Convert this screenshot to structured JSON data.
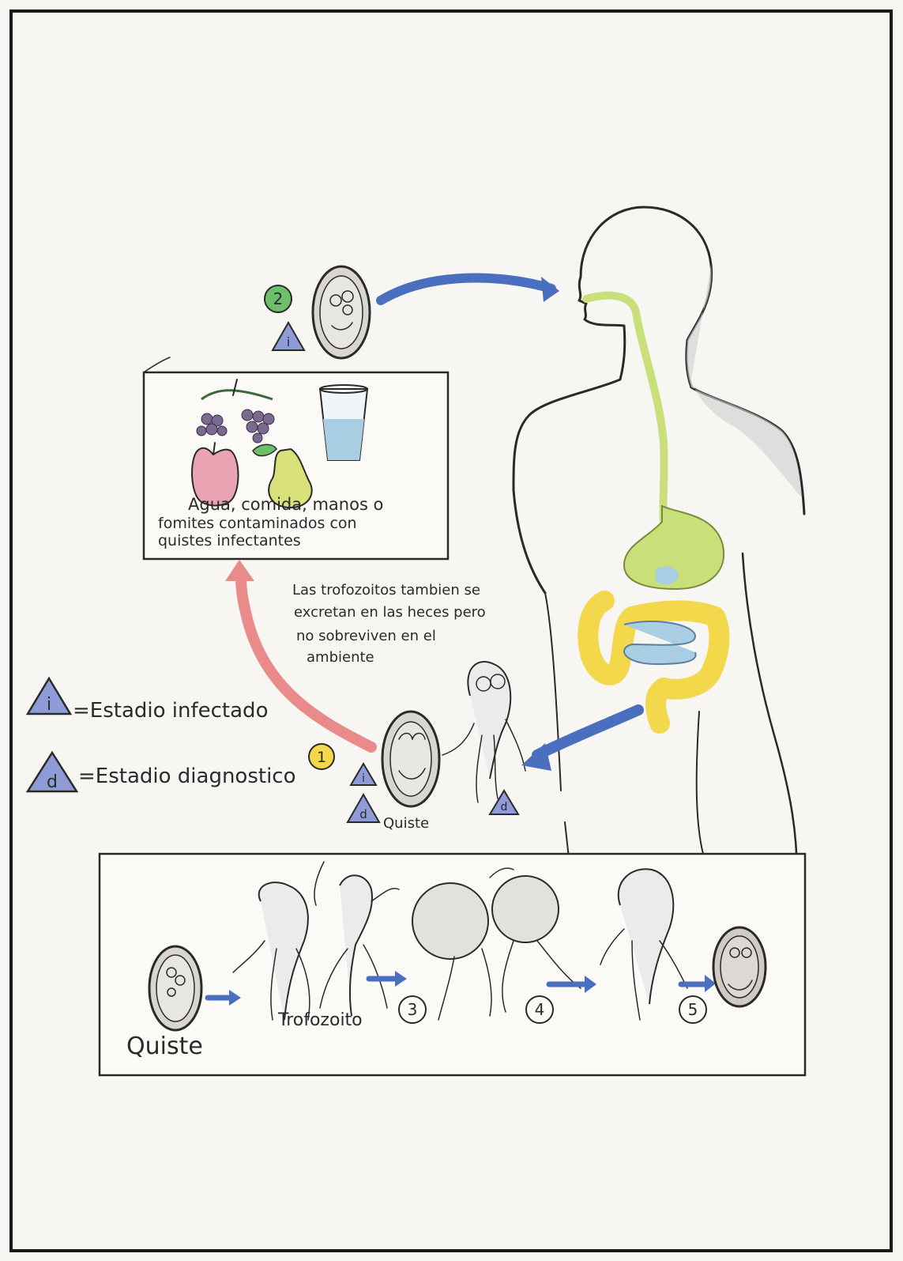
{
  "box_text": {
    "line1": "Agua, comida, manos o",
    "line2": "fomites  contaminados con",
    "line3": "quistes   infectantes"
  },
  "note": {
    "line1": "Las trofozoitos tambien se",
    "line2": "excretan en las heces pero",
    "line3": "no  sobreviven  en el",
    "line4": "ambiente"
  },
  "legend": {
    "infective": {
      "symbol": "i",
      "label": "=Estadio infectado"
    },
    "diagnostic": {
      "symbol": "d",
      "label": "=Estadio diagnostico"
    }
  },
  "stage_markers": {
    "s1": "1",
    "s2": "2",
    "s3": "3",
    "s4": "4",
    "s5": "5"
  },
  "labels": {
    "quiste_small": "Quiste",
    "bottom_quiste": "Quiste",
    "bottom_trofozoito": "Trofozoito"
  },
  "triangle_symbols": {
    "i": "i",
    "d": "d"
  },
  "colors": {
    "cycle_arrow_blue": "#4a6fbf",
    "environment_arrow_red": "#e98b8b",
    "stage_1_marker": "#f2d84a",
    "stage_2_marker": "#6fbf6a",
    "esophagus": "#c9e07a",
    "large_intestine": "#f2d84a",
    "small_intestine": "#a9cde3",
    "triangle_fill": "#8e9bd6"
  }
}
